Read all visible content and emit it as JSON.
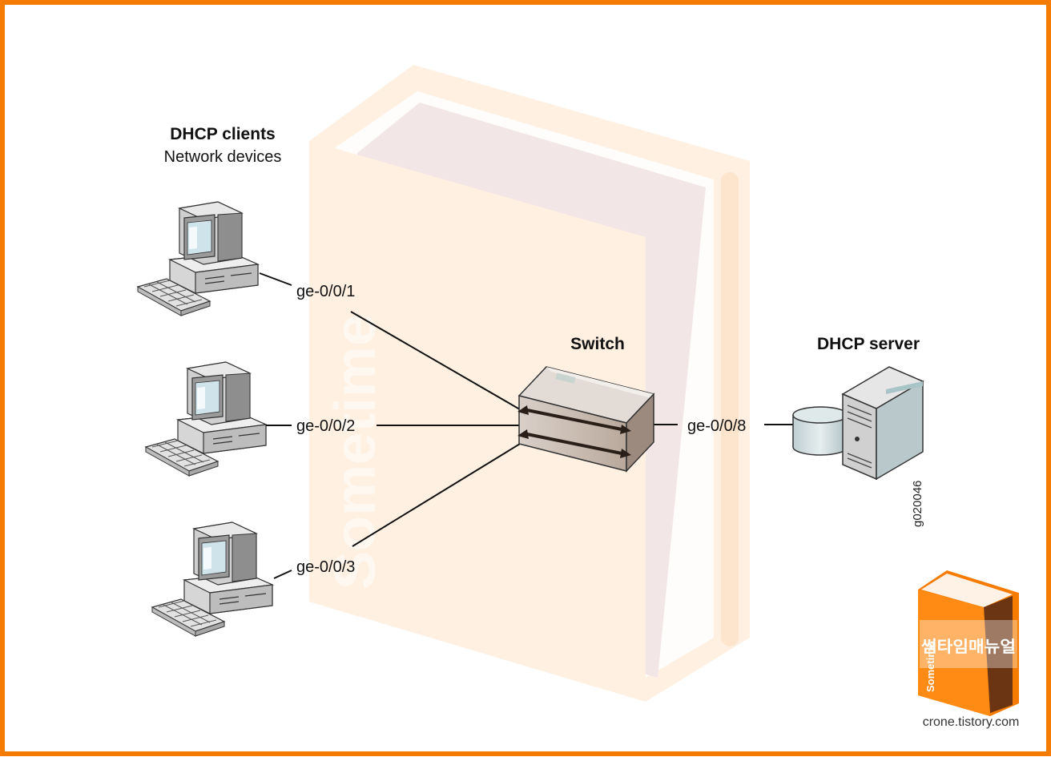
{
  "diagram": {
    "clients_title": "DHCP clients",
    "clients_subtitle": "Network devices",
    "switch_label": "Switch",
    "server_label": "DHCP server",
    "figure_id": "g020046",
    "ports": {
      "client1": "ge-0/0/1",
      "client2": "ge-0/0/2",
      "client3": "ge-0/0/3",
      "server": "ge-0/0/8"
    }
  },
  "watermark": {
    "text": "Sometime"
  },
  "logo": {
    "title": "썸타임매뉴얼",
    "side_text": "Sometime",
    "url": "crone.tistory.com"
  },
  "colors": {
    "border": "#f57c00",
    "book_peach": "#fff0e2",
    "book_mauve": "#f2e6e6",
    "logo_orange": "#f57c00",
    "logo_brown": "#6b3413"
  }
}
